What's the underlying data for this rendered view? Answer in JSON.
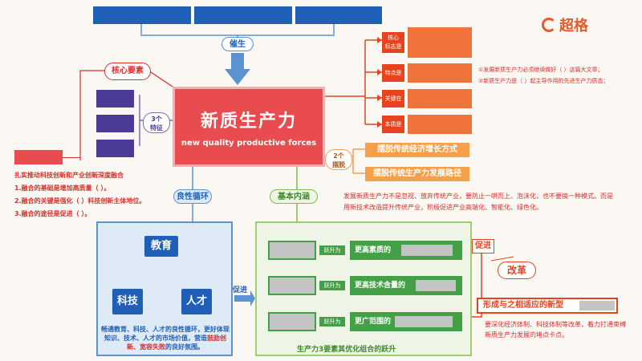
{
  "brand": {
    "name": "超格"
  },
  "top": {
    "cuisheng": "催生"
  },
  "left": {
    "core_label": "核心要素",
    "features_label": "3个\n特征",
    "heading": "扎实推动科技创新和产业创新深度融合",
    "lines": [
      "1.融合的基础是增加高质量（          ）。",
      "2.融合的关键是强化（       ）科技创新主体地位。",
      "3.融合的途径是促进（            ）。"
    ]
  },
  "center": {
    "cn": "新质生产力",
    "en": "new quality productive forces"
  },
  "right": {
    "labels": [
      "核心\n标志是",
      "特点是",
      "关键在",
      "本质是"
    ],
    "notes": [
      "①发展新质生产力必须继续做好（       ）这篇大文章；",
      "②新质生产力是（        ）起主导作用的先进生产力质态；"
    ],
    "baituo_label": "2个\n摆脱",
    "baituo": [
      "摆脱传统经济增长方式",
      "摆脱传统生产力发展路径"
    ],
    "paragraph": "发展新质生产力不是忽视、放弃传统产业，要防止一哄而上、泡沫化，也不要搞一种模式。而是用新技术改造提升传统产业，积极促进产业高端化、智能化、绿色化。"
  },
  "blue_section": {
    "tag": "良性循环",
    "nodes": [
      "教育",
      "科技",
      "人才"
    ],
    "desc_plain": "畅通教育、科技、人才的良性循环，更好体现知识、技术、人才的市场价值，营造",
    "desc_red": "鼓励创新、宽容失败",
    "desc_tail": "的良好氛围。",
    "cujin": "促进"
  },
  "green_section": {
    "tag": "基本内涵",
    "arrow_label": "跃升为",
    "rows": [
      "更高素质的",
      "更高技术含量的",
      "更广范围的"
    ],
    "caption": "生产力3要素其优化组合的跃升"
  },
  "reform": {
    "cujin": "促进",
    "gaige": "改革",
    "title": "形成与之相适应的新型",
    "desc": "要深化经济体制、科技体制等改革，着力打通束缚新质生产力发展的堵点卡点。"
  }
}
